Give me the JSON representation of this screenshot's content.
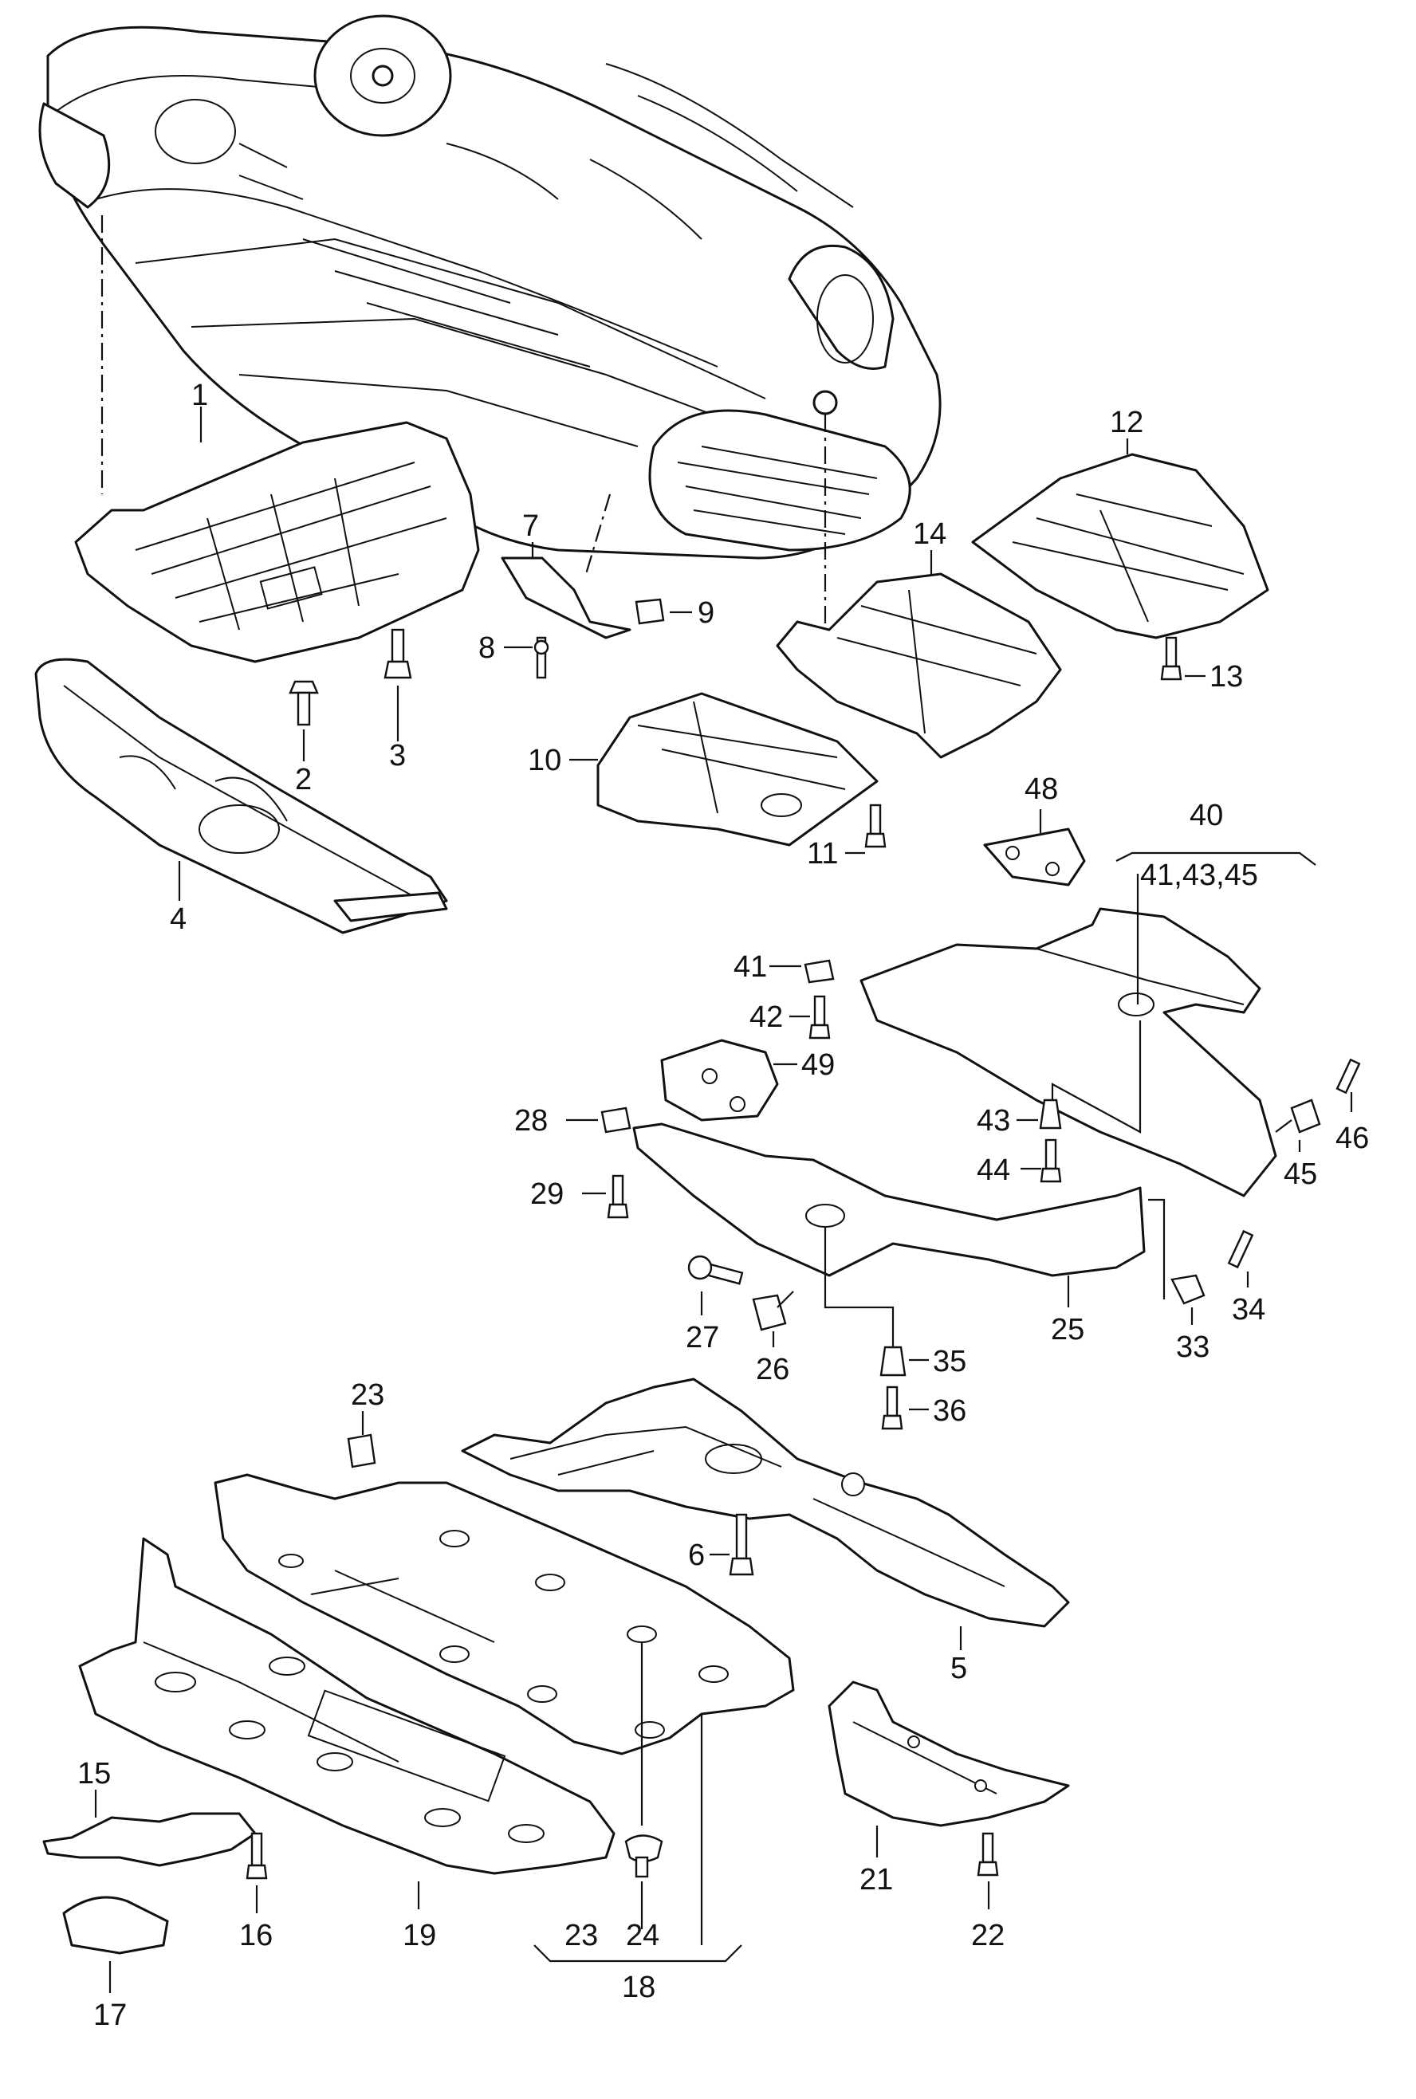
{
  "labels": {
    "l1": "1",
    "l2": "2",
    "l3": "3",
    "l4": "4",
    "l5": "5",
    "l6": "6",
    "l7": "7",
    "l8": "8",
    "l9": "9",
    "l10": "10",
    "l11": "11",
    "l12": "12",
    "l13": "13",
    "l14": "14",
    "l15": "15",
    "l16": "16",
    "l17": "17",
    "l18": "18",
    "l19": "19",
    "l21": "21",
    "l22": "22",
    "l23a": "23",
    "l23b": "23",
    "l24": "24",
    "l25": "25",
    "l26": "26",
    "l27": "27",
    "l28": "28",
    "l29": "29",
    "l33": "33",
    "l34": "34",
    "l35": "35",
    "l36": "36",
    "l40": "40",
    "l40sub": "41,43,45",
    "l41": "41",
    "l42": "42",
    "l43": "43",
    "l44": "44",
    "l45": "45",
    "l46": "46",
    "l48": "48",
    "l49": "49"
  }
}
